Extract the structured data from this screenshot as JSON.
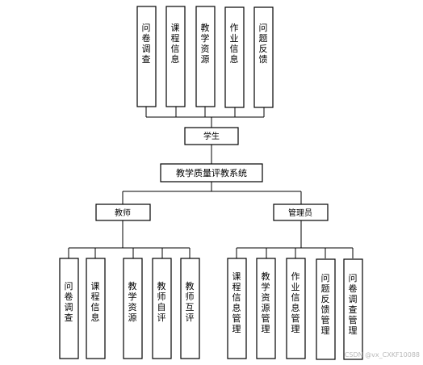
{
  "top_items": [
    "问卷调查",
    "课程信息",
    "教学资源",
    "作业信息",
    "问题反馈"
  ],
  "student": "学生",
  "system": "教学质量评教系统",
  "teacher": "教师",
  "admin": "管理员",
  "teacher_items": [
    "问卷调查",
    "课程信息",
    "教学资源",
    "教师自评",
    "教师互评"
  ],
  "admin_items": [
    "课程信息管理",
    "教学资源管理",
    "作业信息管理",
    "问题反馈管理",
    "问卷调查管理"
  ],
  "watermark": "CSDN @vx_CXKF10088"
}
